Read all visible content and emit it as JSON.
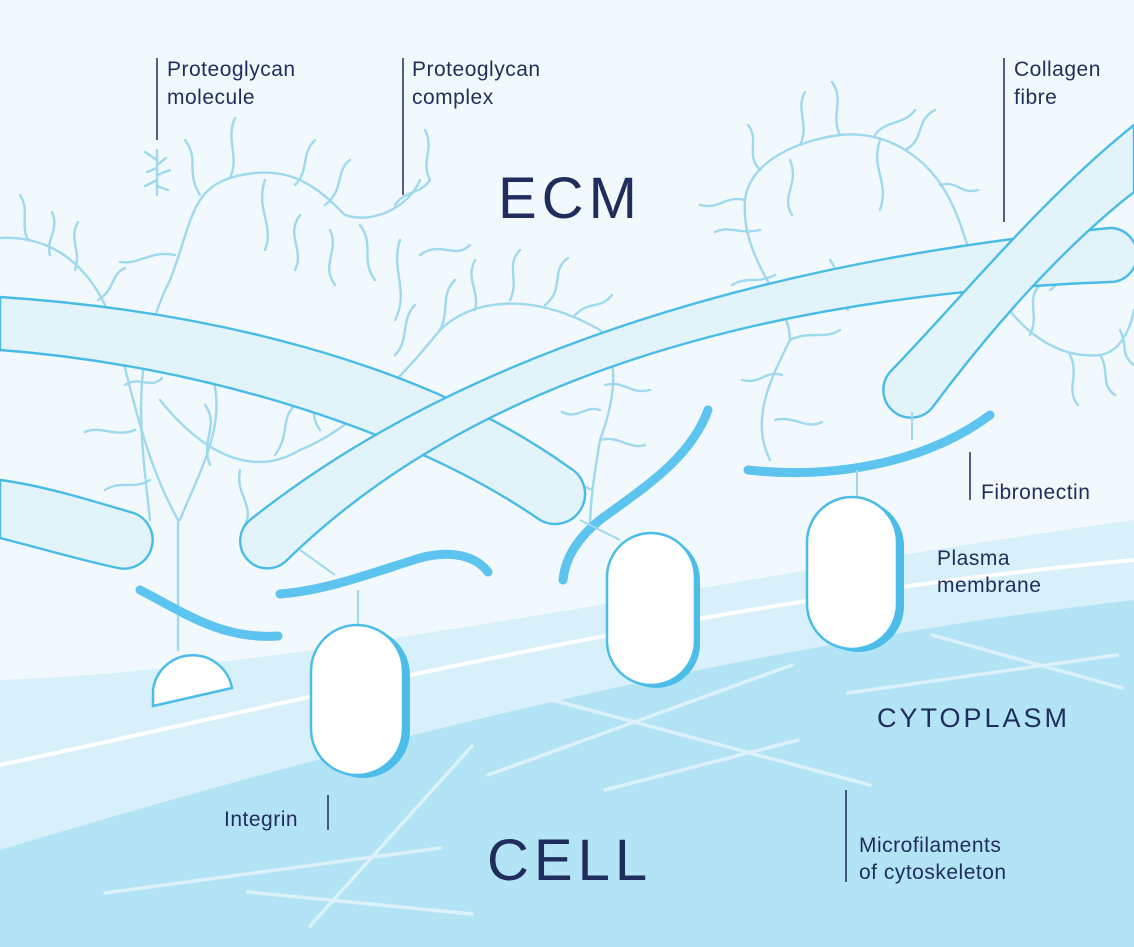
{
  "title": "",
  "regions": {
    "ecm": "ECM",
    "cytoplasm": "CYTOPLASM",
    "cell": "CELL"
  },
  "labels": {
    "proteoglycan_molecule": [
      "Proteoglycan",
      "molecule"
    ],
    "proteoglycan_complex": [
      "Proteoglycan",
      "complex"
    ],
    "collagen_fibre": [
      "Collagen",
      "fibre"
    ],
    "fibronectin": "Fibronectin",
    "plasma_membrane": [
      "Plasma",
      "membrane"
    ],
    "integrin": "Integrin",
    "microfilaments": [
      "Microfilaments",
      "of cytoskeleton"
    ]
  },
  "colors": {
    "background": "#f2f9fd",
    "cytoplasm": "#b3e4f6",
    "membrane_band": "#d8f0fa",
    "fibre_fill": "#e2f3fa",
    "fibre_stroke": "#49bce6",
    "fibronectin": "#5cc4ef",
    "proteoglycan": "#9fd9ee",
    "text": "#1f2c5c"
  }
}
